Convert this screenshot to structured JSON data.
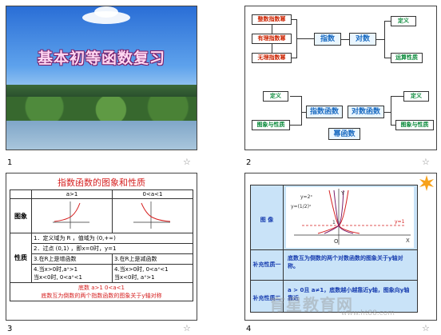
{
  "slides": [
    {
      "num": "1",
      "title": "基本初等函数复习"
    },
    {
      "num": "2",
      "left_items": [
        "整数指数幂",
        "有理指数幂",
        "无理指数幂"
      ],
      "center_items": [
        "指数",
        "对数"
      ],
      "right_items": [
        "定义",
        "运算性质"
      ],
      "lower_left": [
        "定义",
        "图象与性质"
      ],
      "lower_center": [
        "指数函数",
        "对数函数"
      ],
      "lower_bottom": "幂函数",
      "lower_right": [
        "定义",
        "图象与性质"
      ]
    },
    {
      "num": "3",
      "title": "指数函数的图象和性质",
      "headers": [
        "a>1",
        "0<a<1"
      ],
      "row_graph": "图象",
      "row_props": "性质",
      "props": [
        "1．定义域为 R ，值域为 (0,+∞)",
        "2．过点 (0,1) ，即x=0时，y=1",
        "3.在R上是增函数",
        "3.在R上是减函数",
        "4.当x>0时,aˣ>1",
        "当x<0时, 0<aˣ<1",
        "4.当x>0时, 0<aˣ<1",
        "当x<0时, aˣ>1"
      ],
      "footer1": "底数 a>1   0<a<1",
      "footer2": "底数互为倒数的两个指数函数的图象关于y轴对称"
    },
    {
      "num": "4",
      "row1": "图  像",
      "row2_label": "补充性质一",
      "row2_text": "底数互为倒数的两个对数函数的图象关于y轴对称。",
      "row3_label": "补充性质二",
      "row3_text": "a > 0且 a≠1，底数越小越靠近y轴，图象向y轴靠近",
      "graph_labels": [
        "y=2ˣ",
        "y=(1/2)ˣ",
        "Y",
        "X",
        "O",
        "y=1",
        "1"
      ]
    }
  ],
  "watermark": "育星教育网",
  "watermark_url": "www.ht88.com"
}
